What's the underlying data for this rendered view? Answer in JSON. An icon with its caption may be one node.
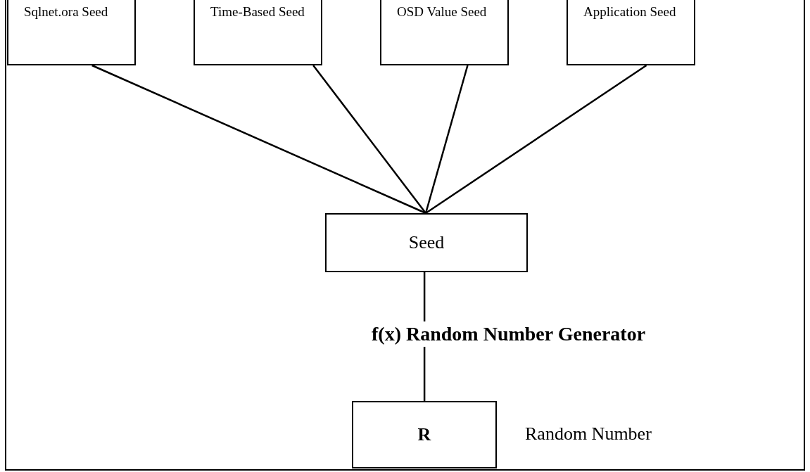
{
  "diagram": {
    "nodes": [
      {
        "text": [
          "Sqlnet.ora Seed"
        ]
      },
      {
        "text": [
          "Time-Based Seed"
        ]
      },
      {
        "text": [
          "OSD Value Seed"
        ]
      },
      {
        "text": [
          "Application Seed"
        ]
      },
      {
        "text": [
          "Seed"
        ]
      },
      {
        "text": [
          "R"
        ],
        "beside": [
          "Random Number"
        ]
      }
    ],
    "edges": [
      {
        "from": 0,
        "to": 4,
        "arrow": "none"
      },
      {
        "from": 1,
        "to": 4,
        "arrow": "none"
      },
      {
        "from": 2,
        "to": 4,
        "arrow": "none"
      },
      {
        "from": 3,
        "to": 4,
        "arrow": "none"
      },
      {
        "from": 4,
        "to": 5,
        "arrow": "none",
        "label": "f(x) Random Number Generator"
      }
    ]
  }
}
